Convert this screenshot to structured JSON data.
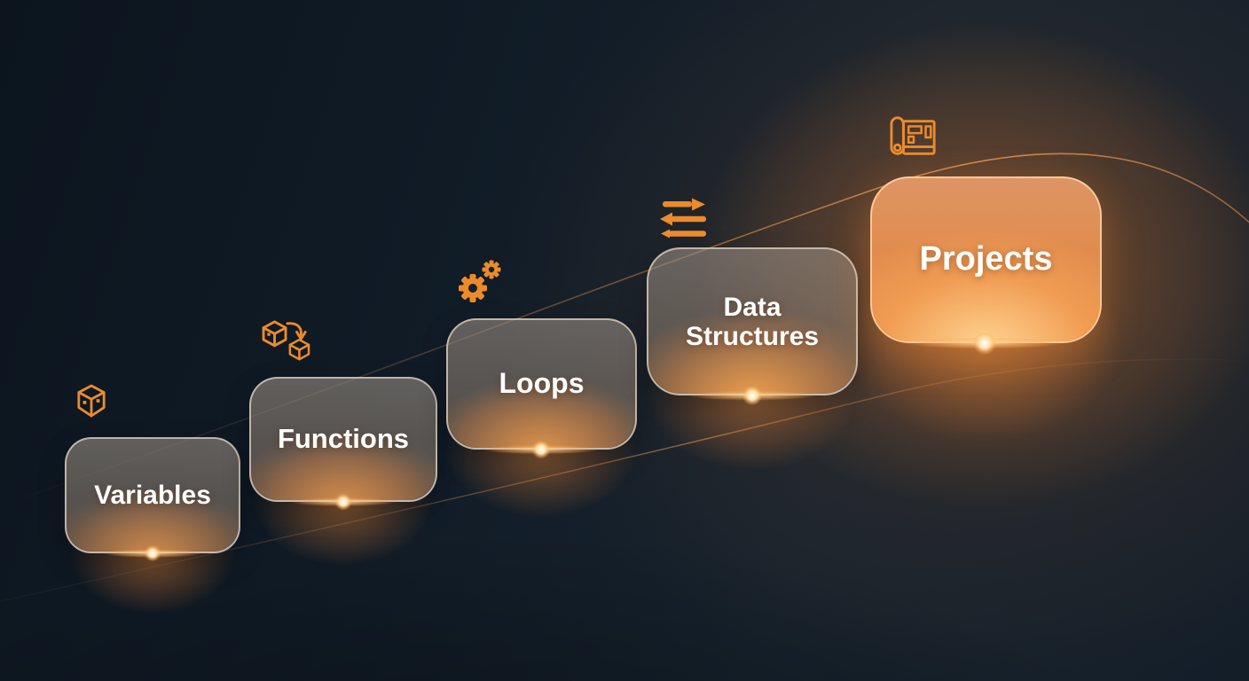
{
  "diagram": {
    "steps": [
      {
        "label": "Variables",
        "icon": "cube-icon"
      },
      {
        "label": "Functions",
        "icon": "cubes-arrow-icon"
      },
      {
        "label": "Loops",
        "icon": "gears-icon"
      },
      {
        "label": "Data Structures",
        "icon": "data-arrows-icon"
      },
      {
        "label": "Projects",
        "icon": "blueprint-icon"
      }
    ]
  },
  "colors": {
    "accent_orange": "#EC8B2B",
    "projects_card_orange": "#E88F4B",
    "glow_core_white": "#FFEDD2",
    "card_glass": "rgba(150,133,117,0.56)",
    "card_border": "rgba(223,209,193,0.78)",
    "background_navy_dark": "#0D161F",
    "background_navy_light": "#16222D",
    "label_text": "#FFFFFF"
  }
}
